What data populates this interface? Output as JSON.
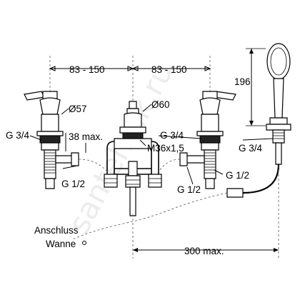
{
  "dimensions": {
    "spacing_left": "83 - 150",
    "spacing_right": "83 - 150",
    "height_shower": "196",
    "dia_valve": "Ø57",
    "dia_spout": "Ø60",
    "thread_left_body": "G 3/4",
    "thread_mid_body": "G 3/4",
    "thread_shower_body": "G 3/4",
    "max_deck": "38 max.",
    "nut_thread": "M36x1,5",
    "inlet_left": "G 1/2",
    "inlet_mid": "G 1/2",
    "inlet_right": "G 1/2",
    "hose_length": "300 max."
  },
  "labels": {
    "connection_line1": "Anschluss",
    "connection_line2": "Wanne"
  },
  "watermark": "santehnik.ru"
}
